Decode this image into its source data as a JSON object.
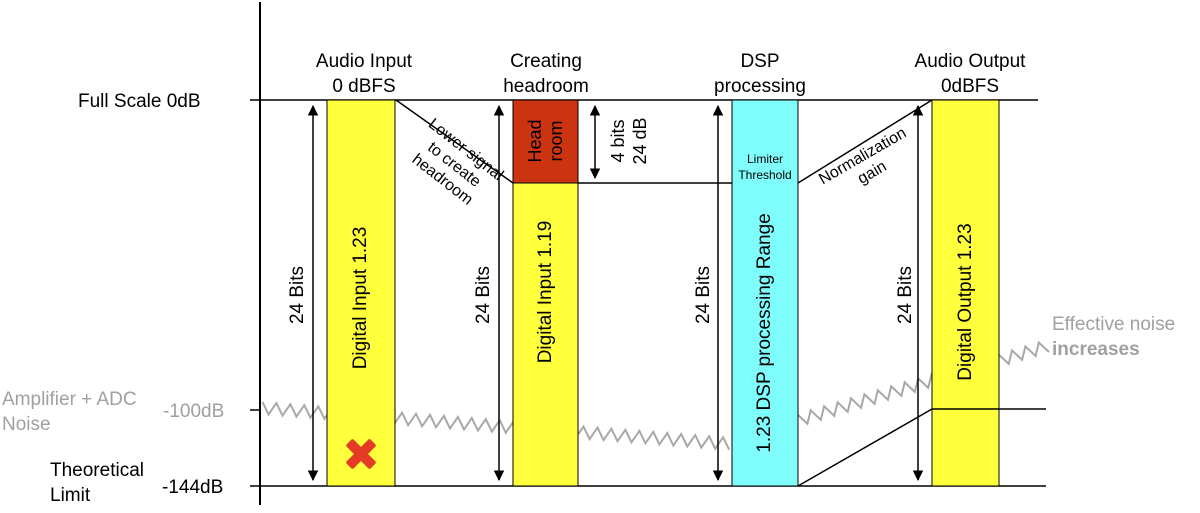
{
  "colors": {
    "yellow": "#ffff3c",
    "red": "#cc3311",
    "cyan": "#7ffcfc",
    "noise_gray": "#a8a8a8",
    "cross_red": "#e53a24"
  },
  "level_labels": {
    "full_scale": "Full Scale  0dB",
    "minus100": "-100dB",
    "minus144": "-144dB",
    "noise_line1": "Amplifier + ADC",
    "noise_line2": "Noise",
    "theory_line1": "Theoretical",
    "theory_line2": "Limit"
  },
  "stages": {
    "input": {
      "title1": "Audio Input",
      "title2": "0 dBFS",
      "bits": "24 Bits",
      "bar": "Digital Input 1.23"
    },
    "headroom": {
      "title1": "Creating",
      "title2": "headroom",
      "bits": "24 Bits",
      "bar": "Digital Input 1.19",
      "box": [
        "Head",
        "room"
      ],
      "dim1": "4 bits",
      "dim2": "24 dB"
    },
    "dsp": {
      "title1": "DSP",
      "title2": "processing",
      "bits": "24 Bits",
      "bar": "1.23 DSP processing Range",
      "limiter1": "Limiter",
      "limiter2": "Threshold"
    },
    "output": {
      "title1": "Audio Output",
      "title2": "0dBFS",
      "bits": "24 Bits",
      "bar": "Digital Output 1.23"
    }
  },
  "annotations": {
    "lower1": "Lower signal",
    "lower2": "to create",
    "lower3": "headroom",
    "norm1": "Normalization",
    "norm2": "gain",
    "effective1": "Effective noise",
    "effective2": "increases"
  }
}
